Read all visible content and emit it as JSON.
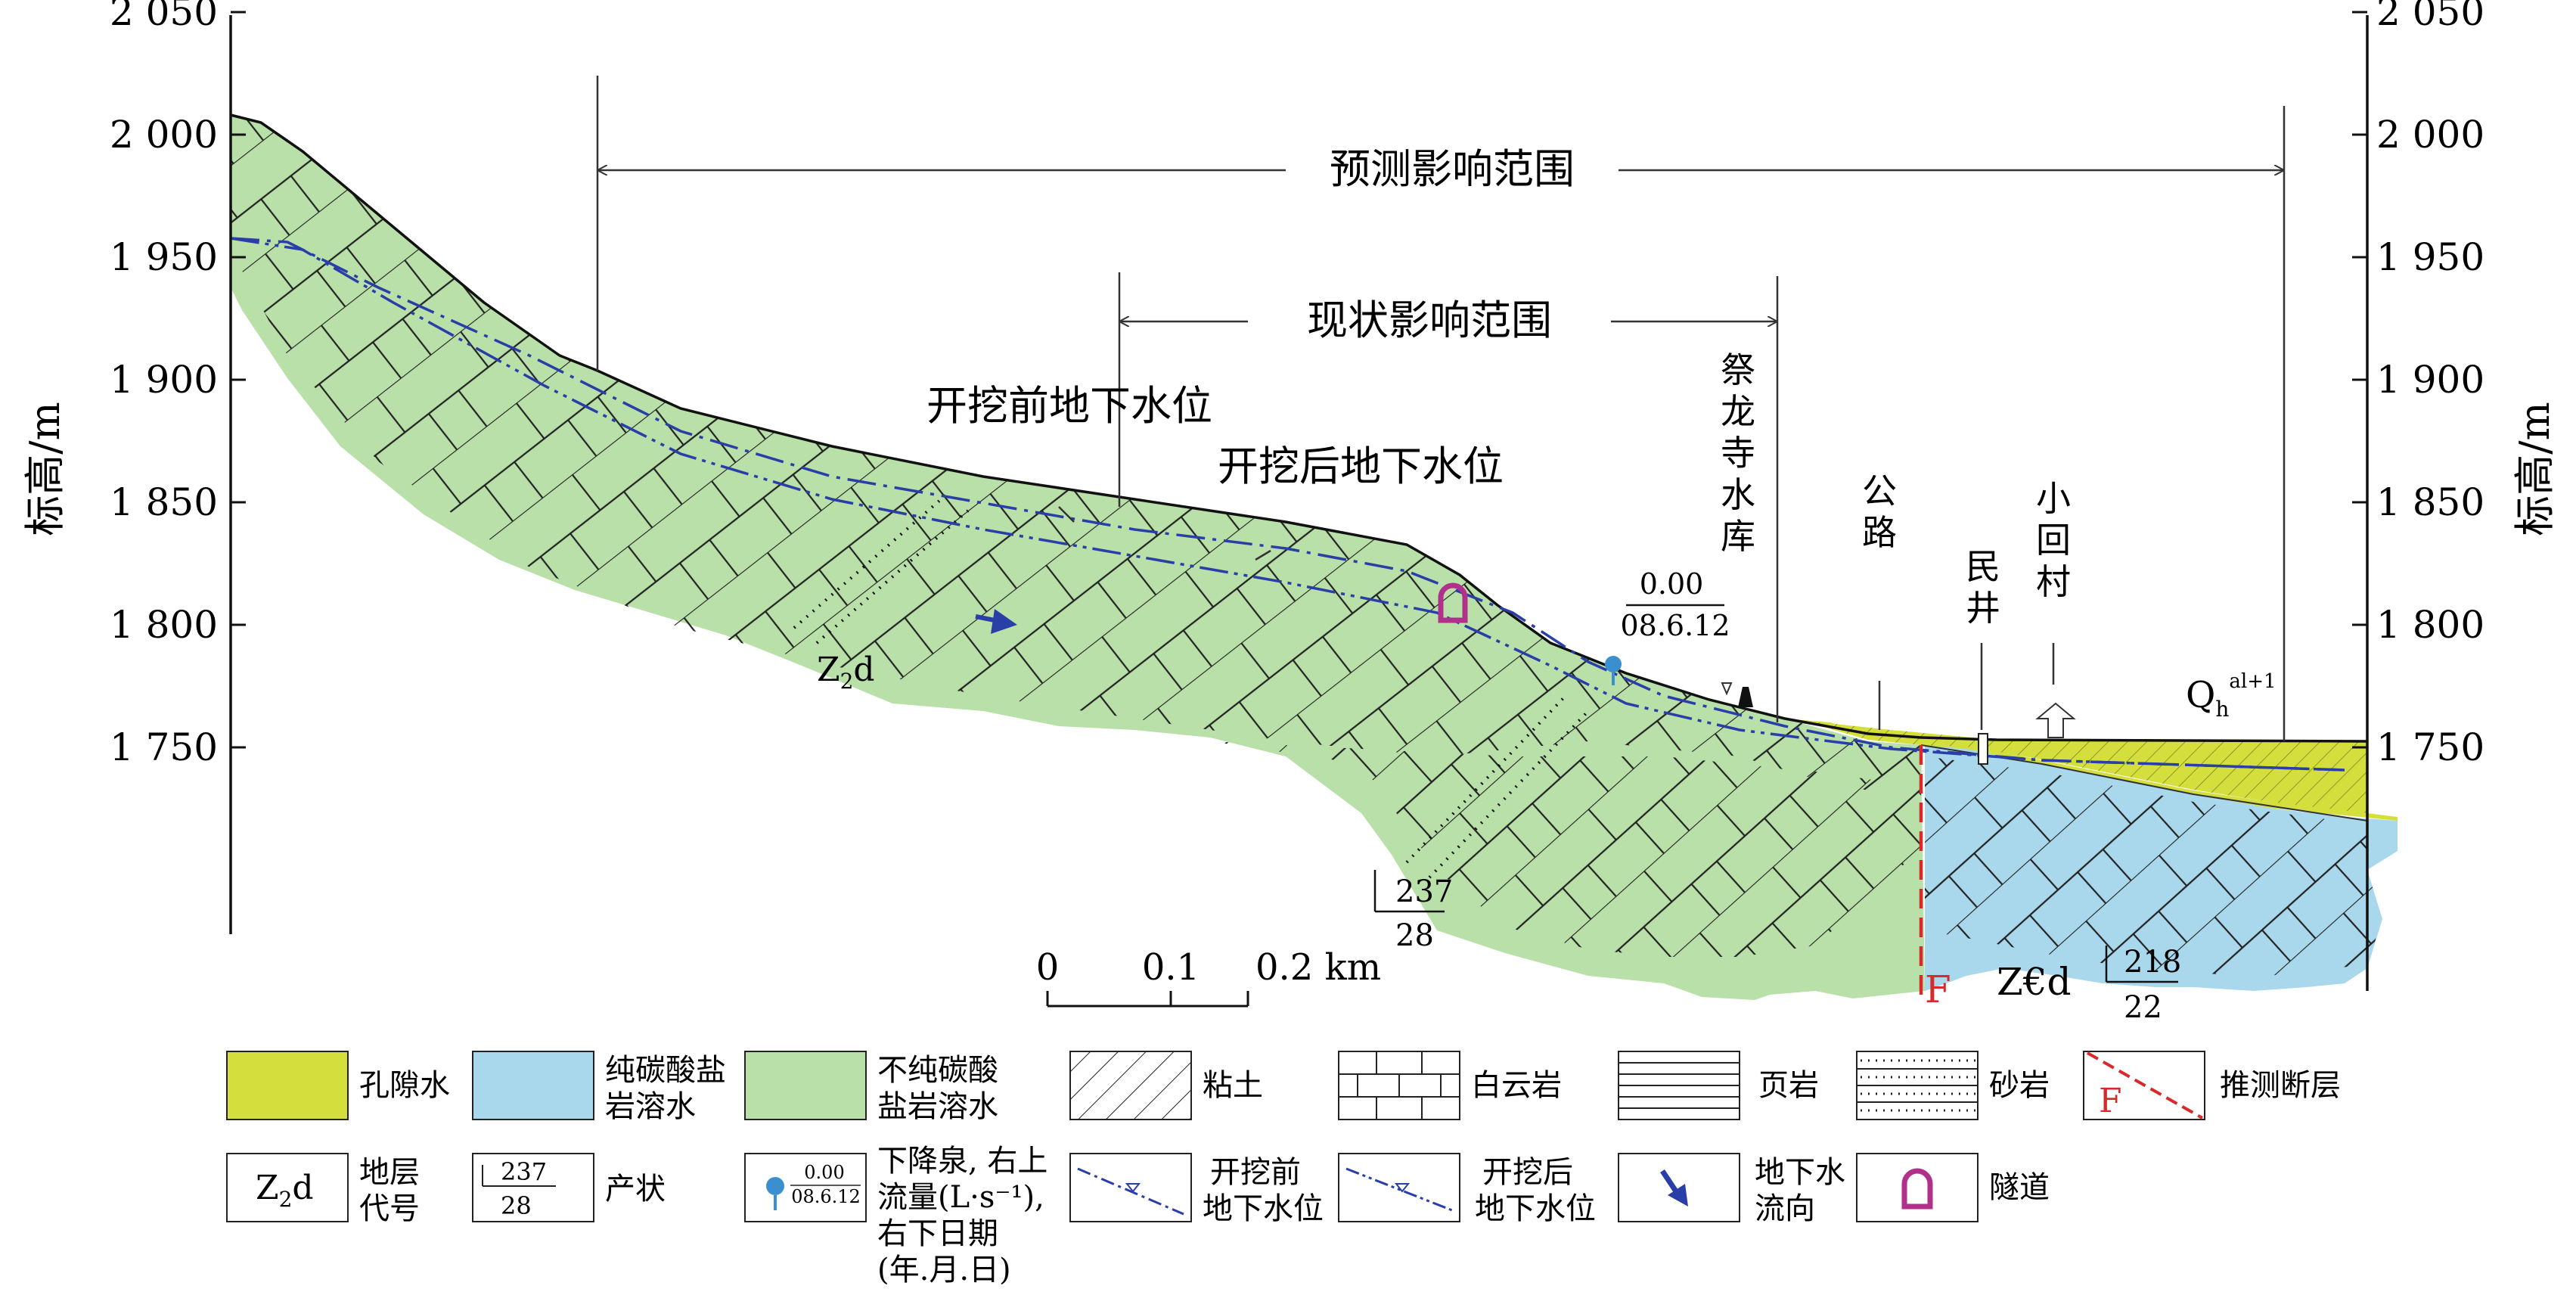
{
  "axis": {
    "ylabel": "标高/m",
    "ticks": [
      "2 050",
      "2 000",
      "1 950",
      "1 900",
      "1 850",
      "1 800",
      "1 750"
    ],
    "tick_values": [
      2050,
      2000,
      1950,
      1900,
      1850,
      1800,
      1750
    ]
  },
  "labels": {
    "predicted_range": "预测影响范围",
    "current_range": "现状影响范围",
    "wl_before": "开挖前地下水位",
    "wl_after": "开挖后地下水位",
    "reservoir": [
      "祭",
      "龙",
      "寺",
      "水",
      "库"
    ],
    "road": [
      "公",
      "路"
    ],
    "well": [
      "民",
      "井"
    ],
    "village": [
      "小",
      "回",
      "村"
    ],
    "spring_top": "0.00",
    "spring_bottom": "08.6.12",
    "strata_z2d": "Z",
    "strata_z2d_sub": "2",
    "strata_z2d_tail": "d",
    "strata_zed": "Z€d",
    "strata_qh": "Q",
    "strata_qh_sub": "h",
    "strata_qh_sup": "al+1",
    "attitude1_top": "237",
    "attitude1_bottom": "28",
    "attitude2_top": "218",
    "attitude2_bottom": "22",
    "fault": "F"
  },
  "scale_bar": {
    "ticks": [
      "0",
      "0.1",
      "0.2 km"
    ]
  },
  "legend": {
    "pore_water": "孔隙水",
    "pure_carbonate": [
      "纯碳酸盐",
      "岩溶水"
    ],
    "impure_carbonate": [
      "不纯碳酸",
      "盐岩溶水"
    ],
    "clay": "粘土",
    "dolomite": "白云岩",
    "shale": "页岩",
    "sandstone": "砂岩",
    "fault": "推测断层",
    "fault_symbol": "F",
    "strata_code": [
      "地层",
      "代号"
    ],
    "strata_symbol": "Z",
    "strata_symbol_sub": "2",
    "strata_symbol_tail": "d",
    "attitude": "产状",
    "attitude_top": "237",
    "attitude_bottom": "28",
    "spring": [
      "下降泉, 右上",
      "流量(L·s⁻¹),",
      "右下日期",
      "(年.月.日)"
    ],
    "spring_top": "0.00",
    "spring_bottom": "08.6.12",
    "wl_before": [
      "开挖前",
      "地下水位"
    ],
    "wl_after": [
      "开挖后",
      "地下水位"
    ],
    "flow_dir": [
      "地下水",
      "流向"
    ],
    "tunnel": "隧道"
  },
  "colors": {
    "impure_carbonate": "#b8e0a8",
    "pure_carbonate": "#a9d8ec",
    "pore_water": "#d4df3e",
    "water_line": "#2a3ea8",
    "fault": "#d82a2a",
    "tunnel": "#b0308c"
  }
}
